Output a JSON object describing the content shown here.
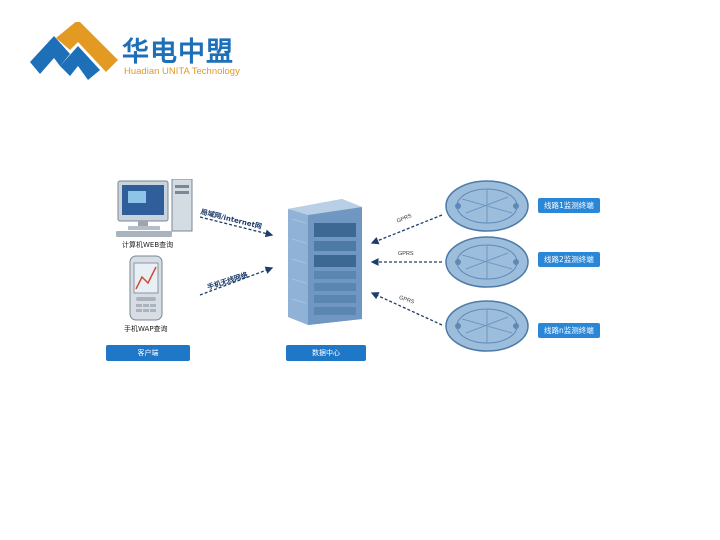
{
  "logo": {
    "name_cn": "华电中盟",
    "name_en": "Huadian UNITA Technology",
    "colors": {
      "blue": "#1d6fb8",
      "orange": "#e39a23"
    }
  },
  "diagram": {
    "client": {
      "computer_label": "计算机WEB查询",
      "phone_label": "手机WAP查询",
      "group_label": "客户端"
    },
    "links": {
      "lan_internet": "局域网/internet网",
      "mobile_wireless": "手机无线网络",
      "gprs": [
        "GPRS",
        "GPRS",
        "GPRS"
      ]
    },
    "server": {
      "label": "数据中心"
    },
    "terminals": [
      "线路1监测终端",
      "线路2监测终端",
      "线路n监测终端"
    ],
    "colors": {
      "accent": "#1f77c8",
      "arrow": "#1d3d6b",
      "device": "#8fb2d6"
    }
  }
}
